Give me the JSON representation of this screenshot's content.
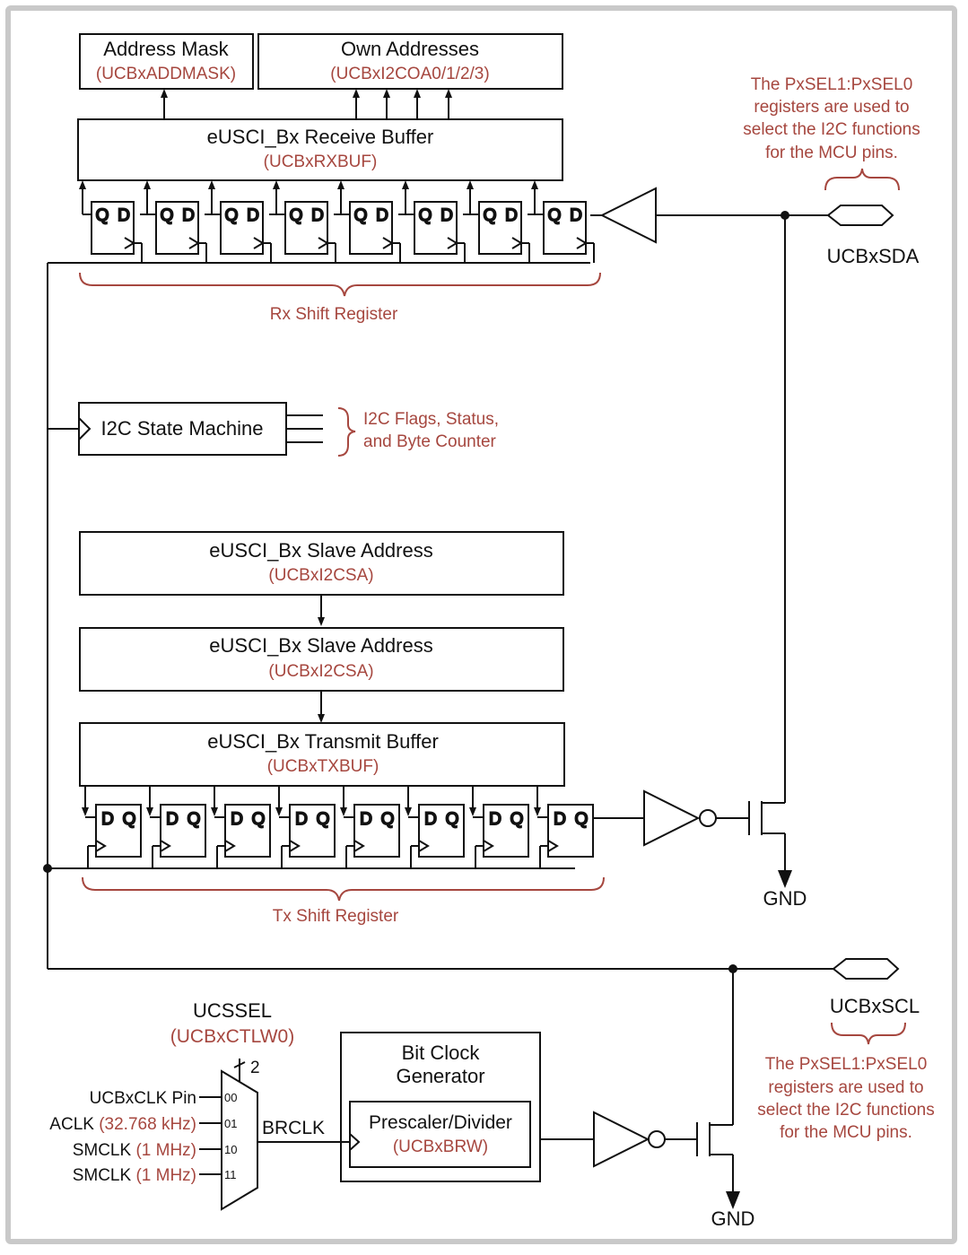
{
  "colors": {
    "accent": "#a6473f",
    "line": "#111111",
    "frame": "#c9c9c9"
  },
  "blocks": {
    "addr_mask": {
      "title": "Address Mask",
      "reg": "(UCBxADDMASK)"
    },
    "own_addr": {
      "title": "Own Addresses",
      "reg": "(UCBxI2COA0/1/2/3)"
    },
    "rx_buf": {
      "title": "eUSCI_Bx Receive Buffer",
      "reg": "(UCBxRXBUF)"
    },
    "state_machine": {
      "title": "I2C State Machine"
    },
    "slave_addr_1": {
      "title": "eUSCI_Bx Slave Address",
      "reg": "(UCBxI2CSA)"
    },
    "slave_addr_2": {
      "title": "eUSCI_Bx Slave Address",
      "reg": "(UCBxI2CSA)"
    },
    "tx_buf": {
      "title": "eUSCI_Bx Transmit Buffer",
      "reg": "(UCBxTXBUF)"
    },
    "bit_clock": {
      "title_line1": "Bit Clock",
      "title_line2": "Generator"
    },
    "prescaler": {
      "title": "Prescaler/Divider",
      "reg": "(UCBxBRW)"
    }
  },
  "labels": {
    "rx_shift": "Rx Shift Register",
    "tx_shift": "Tx Shift Register",
    "flags_line1": "I2C Flags, Status,",
    "flags_line2": "and Byte Counter",
    "sda": "UCBxSDA",
    "scl": "UCBxSCL",
    "gnd": "GND",
    "brclk": "BRCLK",
    "ucssel": "UCSSEL",
    "ucssel_reg": "(UCBxCTLW0)",
    "mux_bits": "2",
    "ff_q": "Q",
    "ff_d": "D"
  },
  "notes": {
    "pxsel_line1": "The PxSEL1:PxSEL0",
    "pxsel_line2": "registers are used to",
    "pxsel_line3": "select the I2C functions",
    "pxsel_line4": "for the MCU pins."
  },
  "clock_inputs": [
    {
      "name": "UCBxCLK Pin",
      "freq": "",
      "code": "00"
    },
    {
      "name": "ACLK",
      "freq": "(32.768 kHz)",
      "code": "01"
    },
    {
      "name": "SMCLK",
      "freq": "(1 MHz)",
      "code": "10"
    },
    {
      "name": "SMCLK",
      "freq": "(1 MHz)",
      "code": "11"
    }
  ]
}
